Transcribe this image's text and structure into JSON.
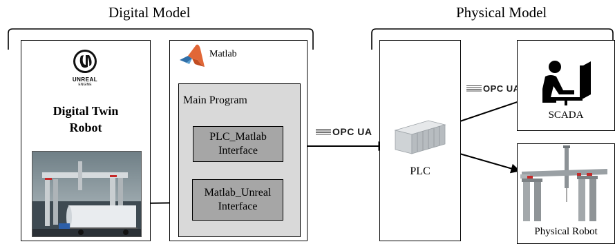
{
  "digital_model": {
    "title": "Digital Model",
    "unreal_logo": {
      "word": "UNREAL",
      "sub": "ENGINE",
      "icon": "unreal-engine-logo"
    },
    "digital_twin_title": [
      "Digital Twin",
      "Robot"
    ],
    "matlab": {
      "label": "Matlab",
      "icon": "matlab-logo",
      "main_program": "Main Program",
      "plc_matlab_interface": [
        "PLC_Matlab",
        "Interface"
      ],
      "matlab_unreal_interface": [
        "Matlab_Unreal",
        "Interface"
      ]
    }
  },
  "physical_model": {
    "title": "Physical Model",
    "plc_label": "PLC",
    "scada_label": "SCADA",
    "physical_robot_label": "Physical Robot"
  },
  "opc_ua_label": "OPC UA",
  "colors": {
    "panel_gray": "#d9d9d9",
    "interface_gray": "#a6a6a6",
    "matlab_orange": "#e16737",
    "matlab_blue": "#2f6fa8"
  }
}
